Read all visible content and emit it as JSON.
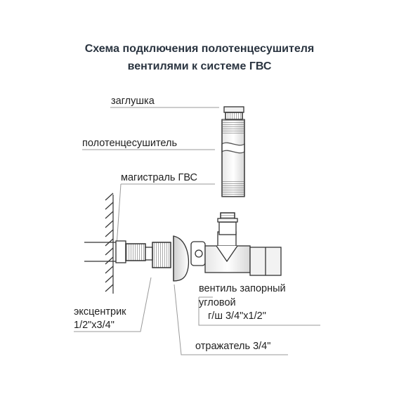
{
  "title": {
    "line1": "Схема подключения полотенцесушителя",
    "line2": "вентилями к системе ГВС"
  },
  "labels": {
    "plug": "заглушка",
    "towel_dryer": "полотенцесушитель",
    "main_line": "магистраль ГВС",
    "valve_1": "вентиль запорный",
    "valve_2": "угловой",
    "valve_3": "г/ш 3/4\"x1/2\"",
    "eccentric_1": "эксцентрик",
    "eccentric_2": "1/2\"x3/4\"",
    "reflector": "отражатель 3/4\""
  }
}
